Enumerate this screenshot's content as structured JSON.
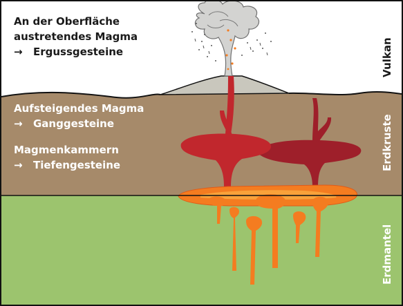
{
  "surface_label": {
    "line1": "An der Oberfläche",
    "line2": "austretendes Magma",
    "arrow": "→",
    "result": "Ergussgesteine"
  },
  "ascending_label": {
    "line1": "Aufsteigendes Magma",
    "arrow": "→",
    "result": "Ganggesteine"
  },
  "chamber_label": {
    "line1": "Magmenkammern",
    "arrow": "→",
    "result": "Tiefengesteine"
  },
  "zones": {
    "volcano": "Vulkan",
    "crust": "Erdkruste",
    "mantle": "Erdmantel"
  },
  "colors": {
    "crust": "#a68a6a",
    "mantle": "#9cc46e",
    "volcano_cone": "#c9c7bd",
    "magma_red": "#c1272d",
    "magma_dark": "#9e1f2a",
    "magma_orange": "#f47c20",
    "magma_orange_light": "#f9a23a",
    "ash_cloud": "#d3d3d1"
  },
  "icons": [
    "arrow-right-icon"
  ]
}
